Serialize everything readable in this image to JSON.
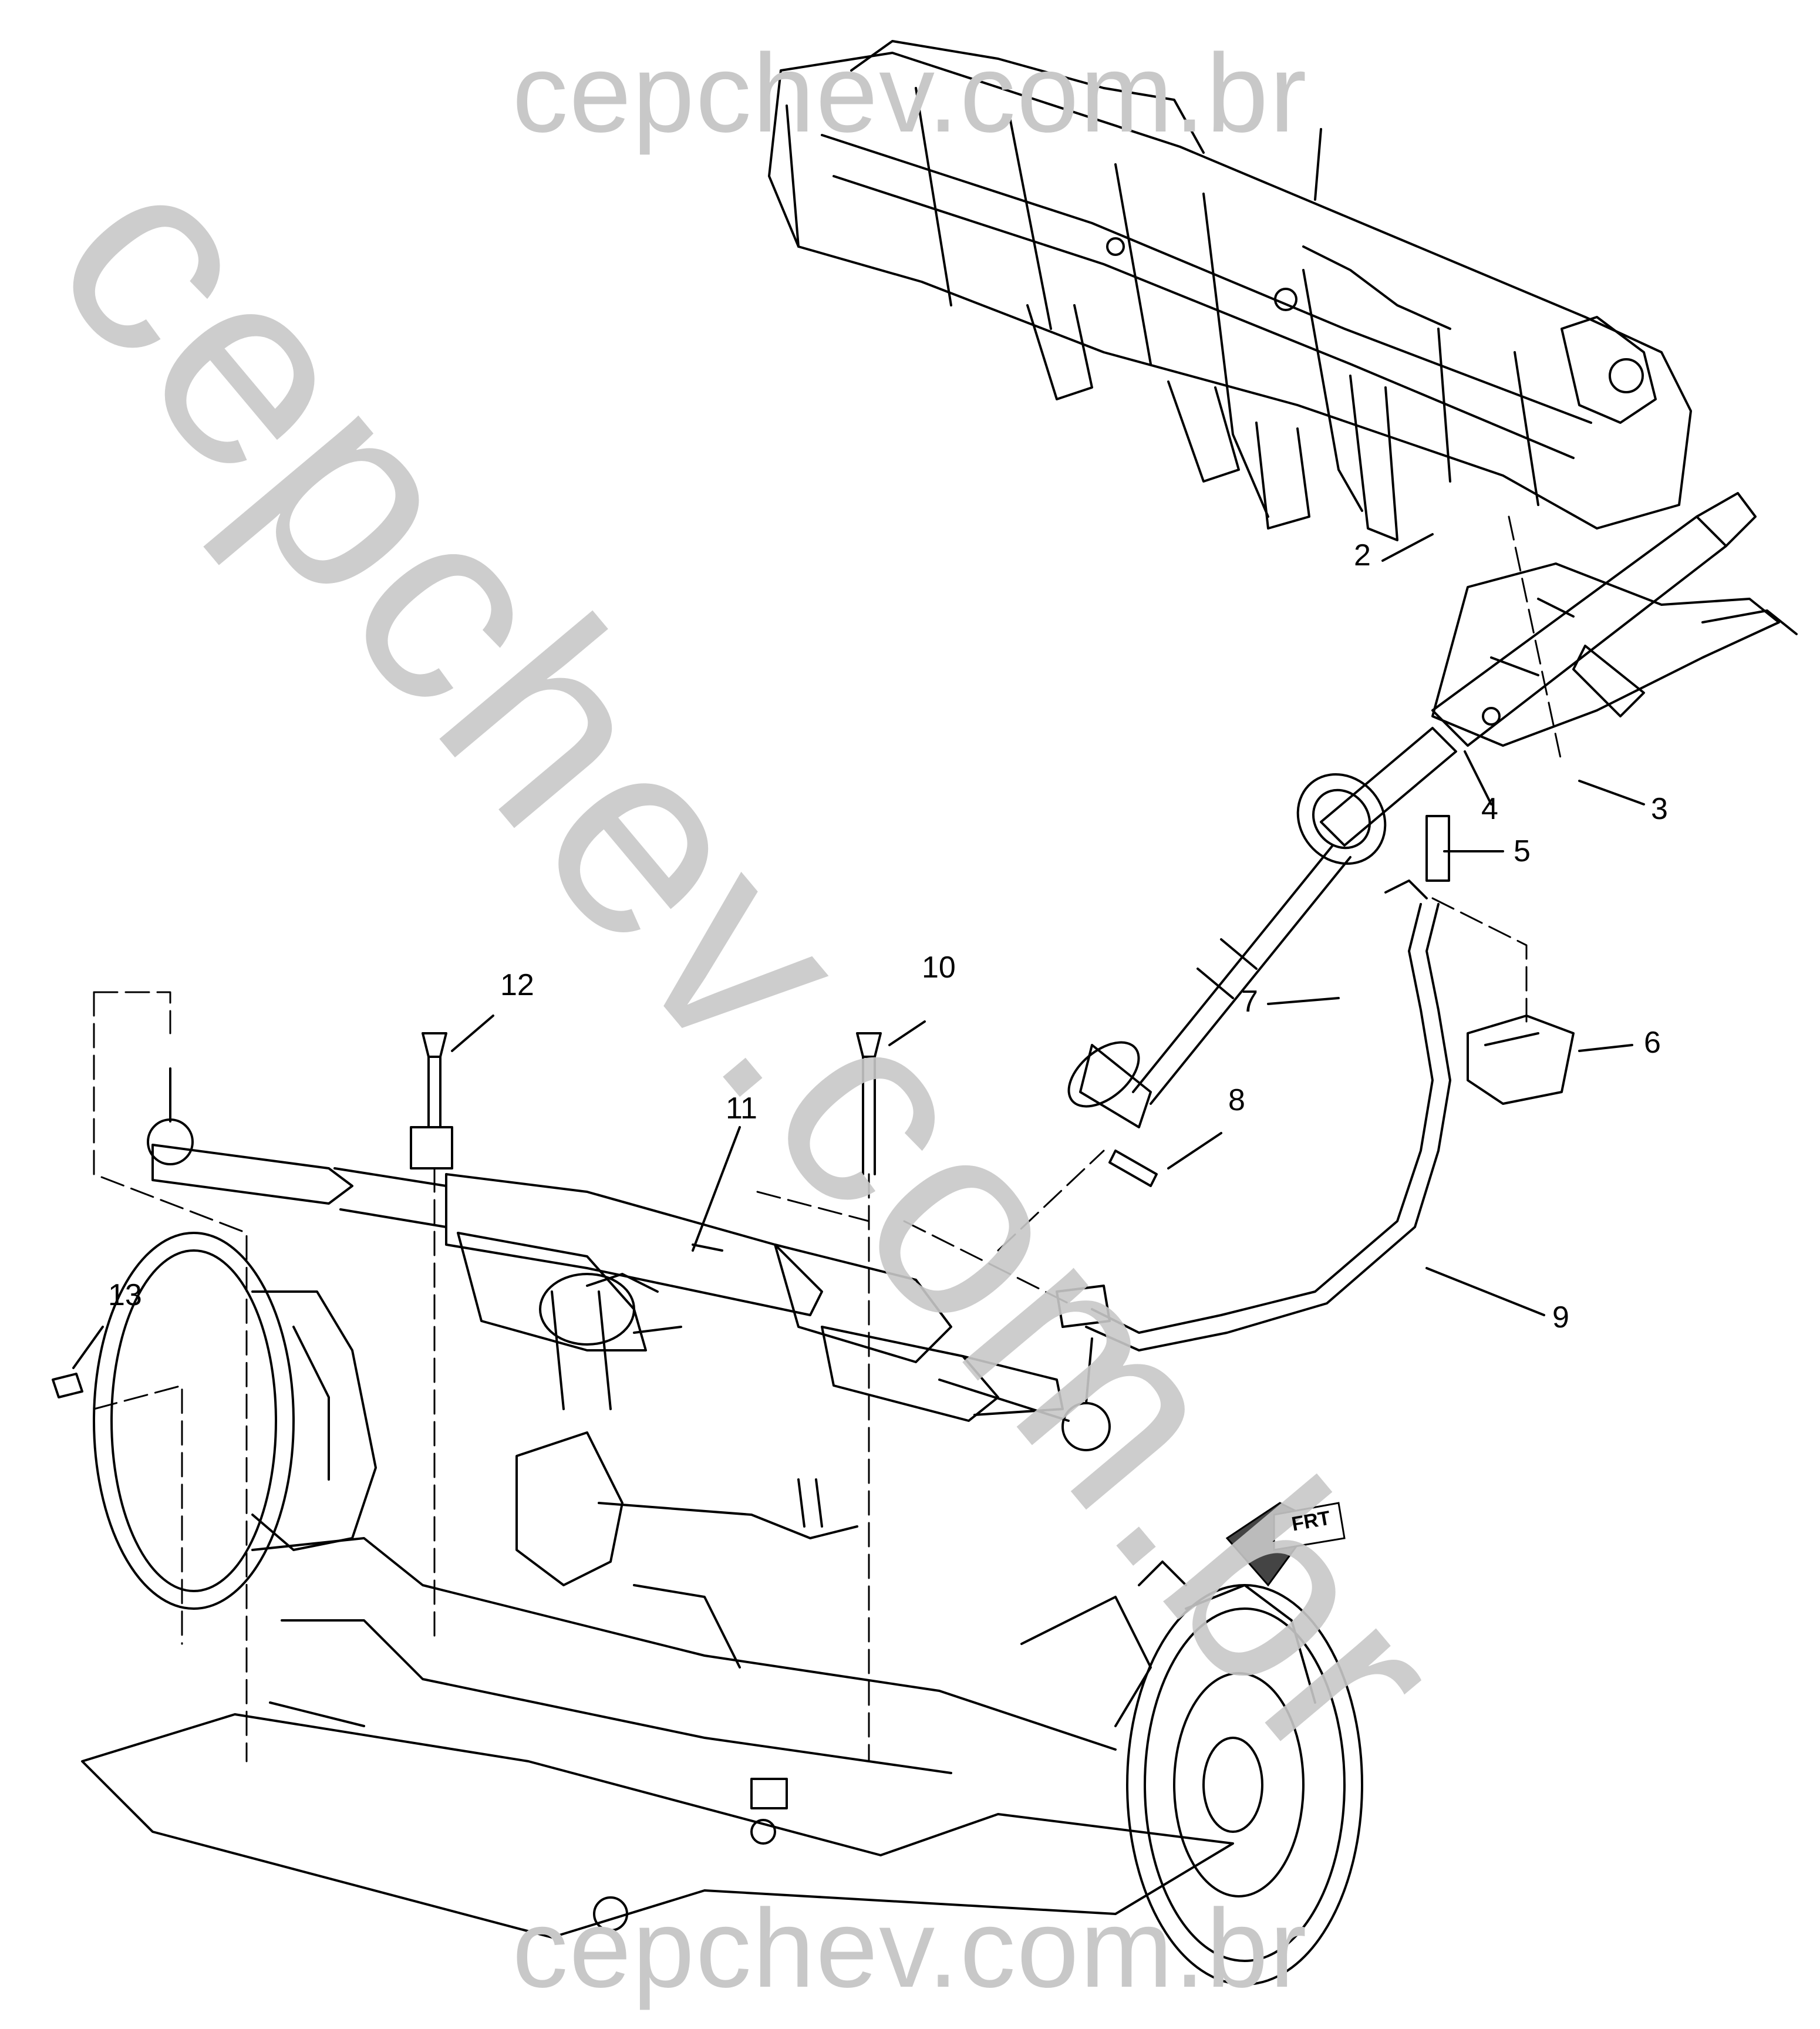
{
  "watermark": {
    "top": "cepchev.com.br",
    "diagonal": "cepchev.com.br",
    "bottom": "cepchev.com.br"
  },
  "callouts": [
    {
      "id": "2",
      "label": "2"
    },
    {
      "id": "3",
      "label": "3"
    },
    {
      "id": "4",
      "label": "4"
    },
    {
      "id": "5",
      "label": "5"
    },
    {
      "id": "6",
      "label": "6"
    },
    {
      "id": "7",
      "label": "7"
    },
    {
      "id": "8",
      "label": "8"
    },
    {
      "id": "9",
      "label": "9"
    },
    {
      "id": "10",
      "label": "10"
    },
    {
      "id": "11",
      "label": "11"
    },
    {
      "id": "12",
      "label": "12"
    },
    {
      "id": "13",
      "label": "13"
    }
  ],
  "front_indicator": {
    "label": "FRT"
  },
  "colors": {
    "line": "#000000",
    "watermark": "#c8c8c8",
    "background": "#ffffff"
  }
}
